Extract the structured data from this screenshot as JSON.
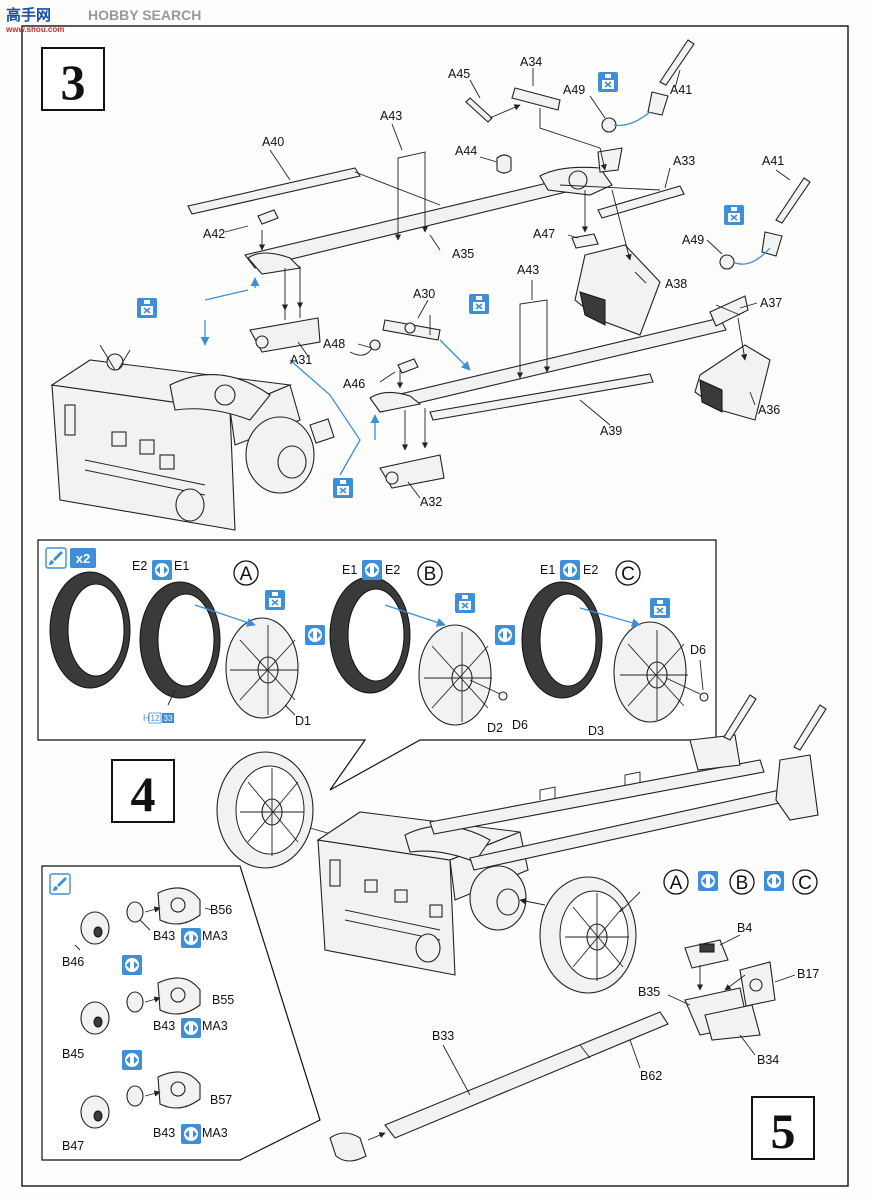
{
  "watermark": {
    "text": "HOBBY SEARCH",
    "sub": "www.shou.com",
    "glyph": "高手网"
  },
  "colors": {
    "blue": "#3f8fd8",
    "ink": "#111111",
    "paper": "#fdfdfb"
  },
  "icons": {
    "glue": "glue-bottle-icon",
    "flip": "double-sided-icon",
    "paint": "paint-brush-icon"
  },
  "steps": {
    "s3": "3",
    "s4": "4",
    "s5": "5"
  },
  "step3": {
    "labels": {
      "A34": "A34",
      "A45": "A45",
      "A41": "A41",
      "A49": "A49",
      "A43": "A43",
      "A40": "A40",
      "A44": "A44",
      "A33": "A33",
      "A42": "A42",
      "A35": "A35",
      "A47": "A47",
      "A38": "A38",
      "A43b": "A43",
      "A30": "A30",
      "A37": "A37",
      "A48": "A48",
      "A31": "A31",
      "A46": "A46",
      "A36": "A36",
      "A39": "A39",
      "A32": "A32",
      "A41b": "A41",
      "A49b": "A49"
    }
  },
  "step4": {
    "qty": "x2",
    "variants": {
      "a": "A",
      "b": "B",
      "c": "C"
    },
    "labels": {
      "E2a": "E2",
      "E1a": "E1",
      "E1b": "E1",
      "E2b": "E2",
      "E1c": "E1",
      "E2c": "E2",
      "D1": "D1",
      "D2": "D2",
      "D6a": "D6",
      "D3": "D3",
      "D6b": "D6",
      "color_ref": "H",
      "c1": "12",
      "c2": "33"
    }
  },
  "step5": {
    "labels": {
      "B56": "B56",
      "B43a": "B43",
      "MA3a": "MA3",
      "B46": "B46",
      "B55": "B55",
      "B43b": "B43",
      "MA3b": "MA3",
      "B45": "B45",
      "B57": "B57",
      "B43c": "B43",
      "MA3c": "MA3",
      "B47": "B47",
      "B4": "B4",
      "B17": "B17",
      "B35": "B35",
      "B34": "B34",
      "B33": "B33",
      "B62": "B62"
    },
    "variants": {
      "a": "A",
      "b": "B",
      "c": "C"
    }
  }
}
